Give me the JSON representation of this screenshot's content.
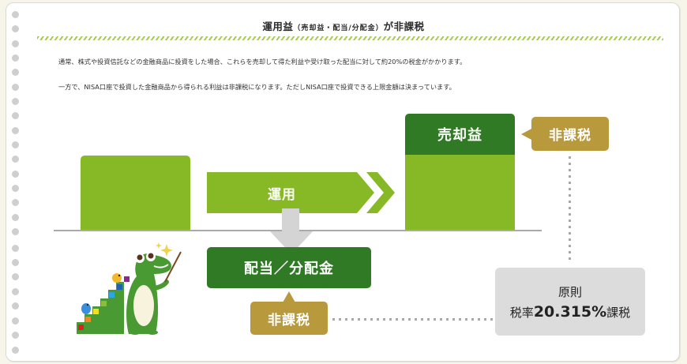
{
  "header": {
    "title_main": "運用益",
    "title_sub": "（売却益・配当/分配金）",
    "title_tail": "が非課税"
  },
  "body": {
    "paragraphs": [
      "通常、株式や投資信託などの金融商品に投資をした場合、これらを売却して得た利益や受け取った配当に対して約20%の税金がかかります。",
      "一方で、NISA口座で投資した金融商品から得られる利益は非課税になります。ただしNISA口座で投資できる上限金額は決まっています。"
    ]
  },
  "diagram": {
    "unyo_label": "運用",
    "sale_profit_label": "売却益",
    "dividend_label": "配当／分配金",
    "tax_free_tag_top": "非課税",
    "tax_free_tag_bottom": "非課税",
    "principle": {
      "line1": "原則",
      "prefix": "税率",
      "rate": "20.315%",
      "suffix": "課税"
    },
    "colors": {
      "light_green": "#86b925",
      "dark_green": "#317a25",
      "gold": "#b89a3c",
      "gray_box": "#dcdcdc",
      "gray_arrow": "#d4d4d4"
    }
  },
  "mascot": {
    "icon": "crocodile-teacher-icon"
  }
}
